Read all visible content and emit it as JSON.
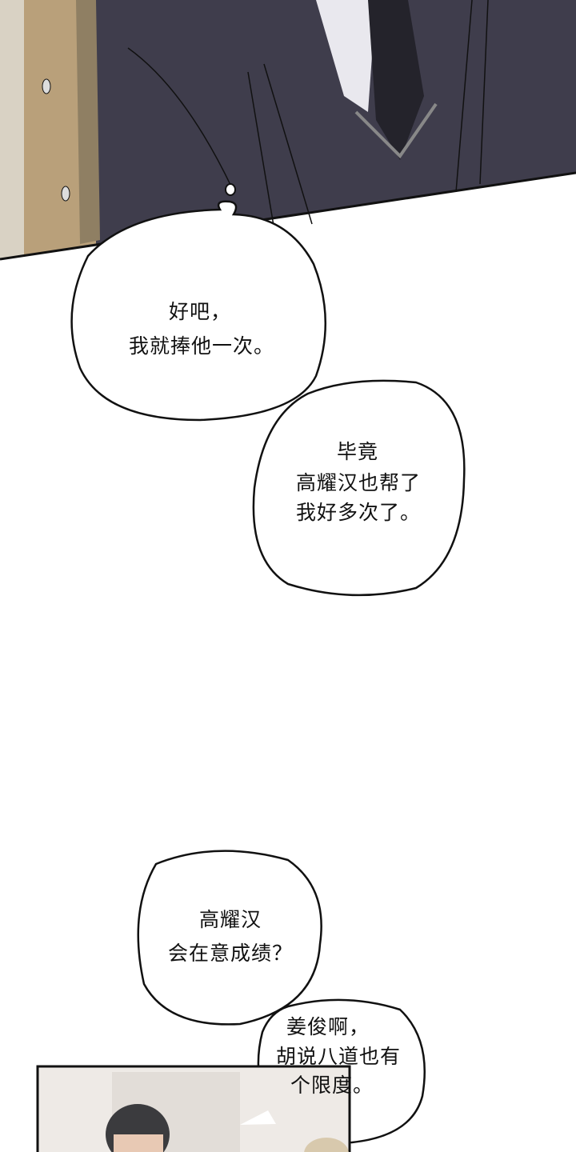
{
  "panels": {
    "top": "suit-closeup",
    "bottom": "classroom-characters"
  },
  "colors": {
    "suit": "#3f3d4c",
    "shirt": "#e9e8ee",
    "tie": "#24232b",
    "chair": "#b9a07a",
    "frame": "#111111",
    "bg_bottom": "#eeeae6",
    "hair": "#3b3b3e",
    "skin": "#e8c9b4"
  },
  "bubbles": [
    {
      "lines": [
        "好吧，",
        "我就捧他一次。"
      ]
    },
    {
      "lines": [
        "毕竟",
        "高耀汉也帮了",
        "我好多次了。"
      ]
    },
    {
      "lines": [
        "高耀汉",
        "会在意成绩？"
      ]
    },
    {
      "lines": [
        "姜俊啊，",
        "胡说八道也有",
        "个限度。"
      ]
    }
  ]
}
